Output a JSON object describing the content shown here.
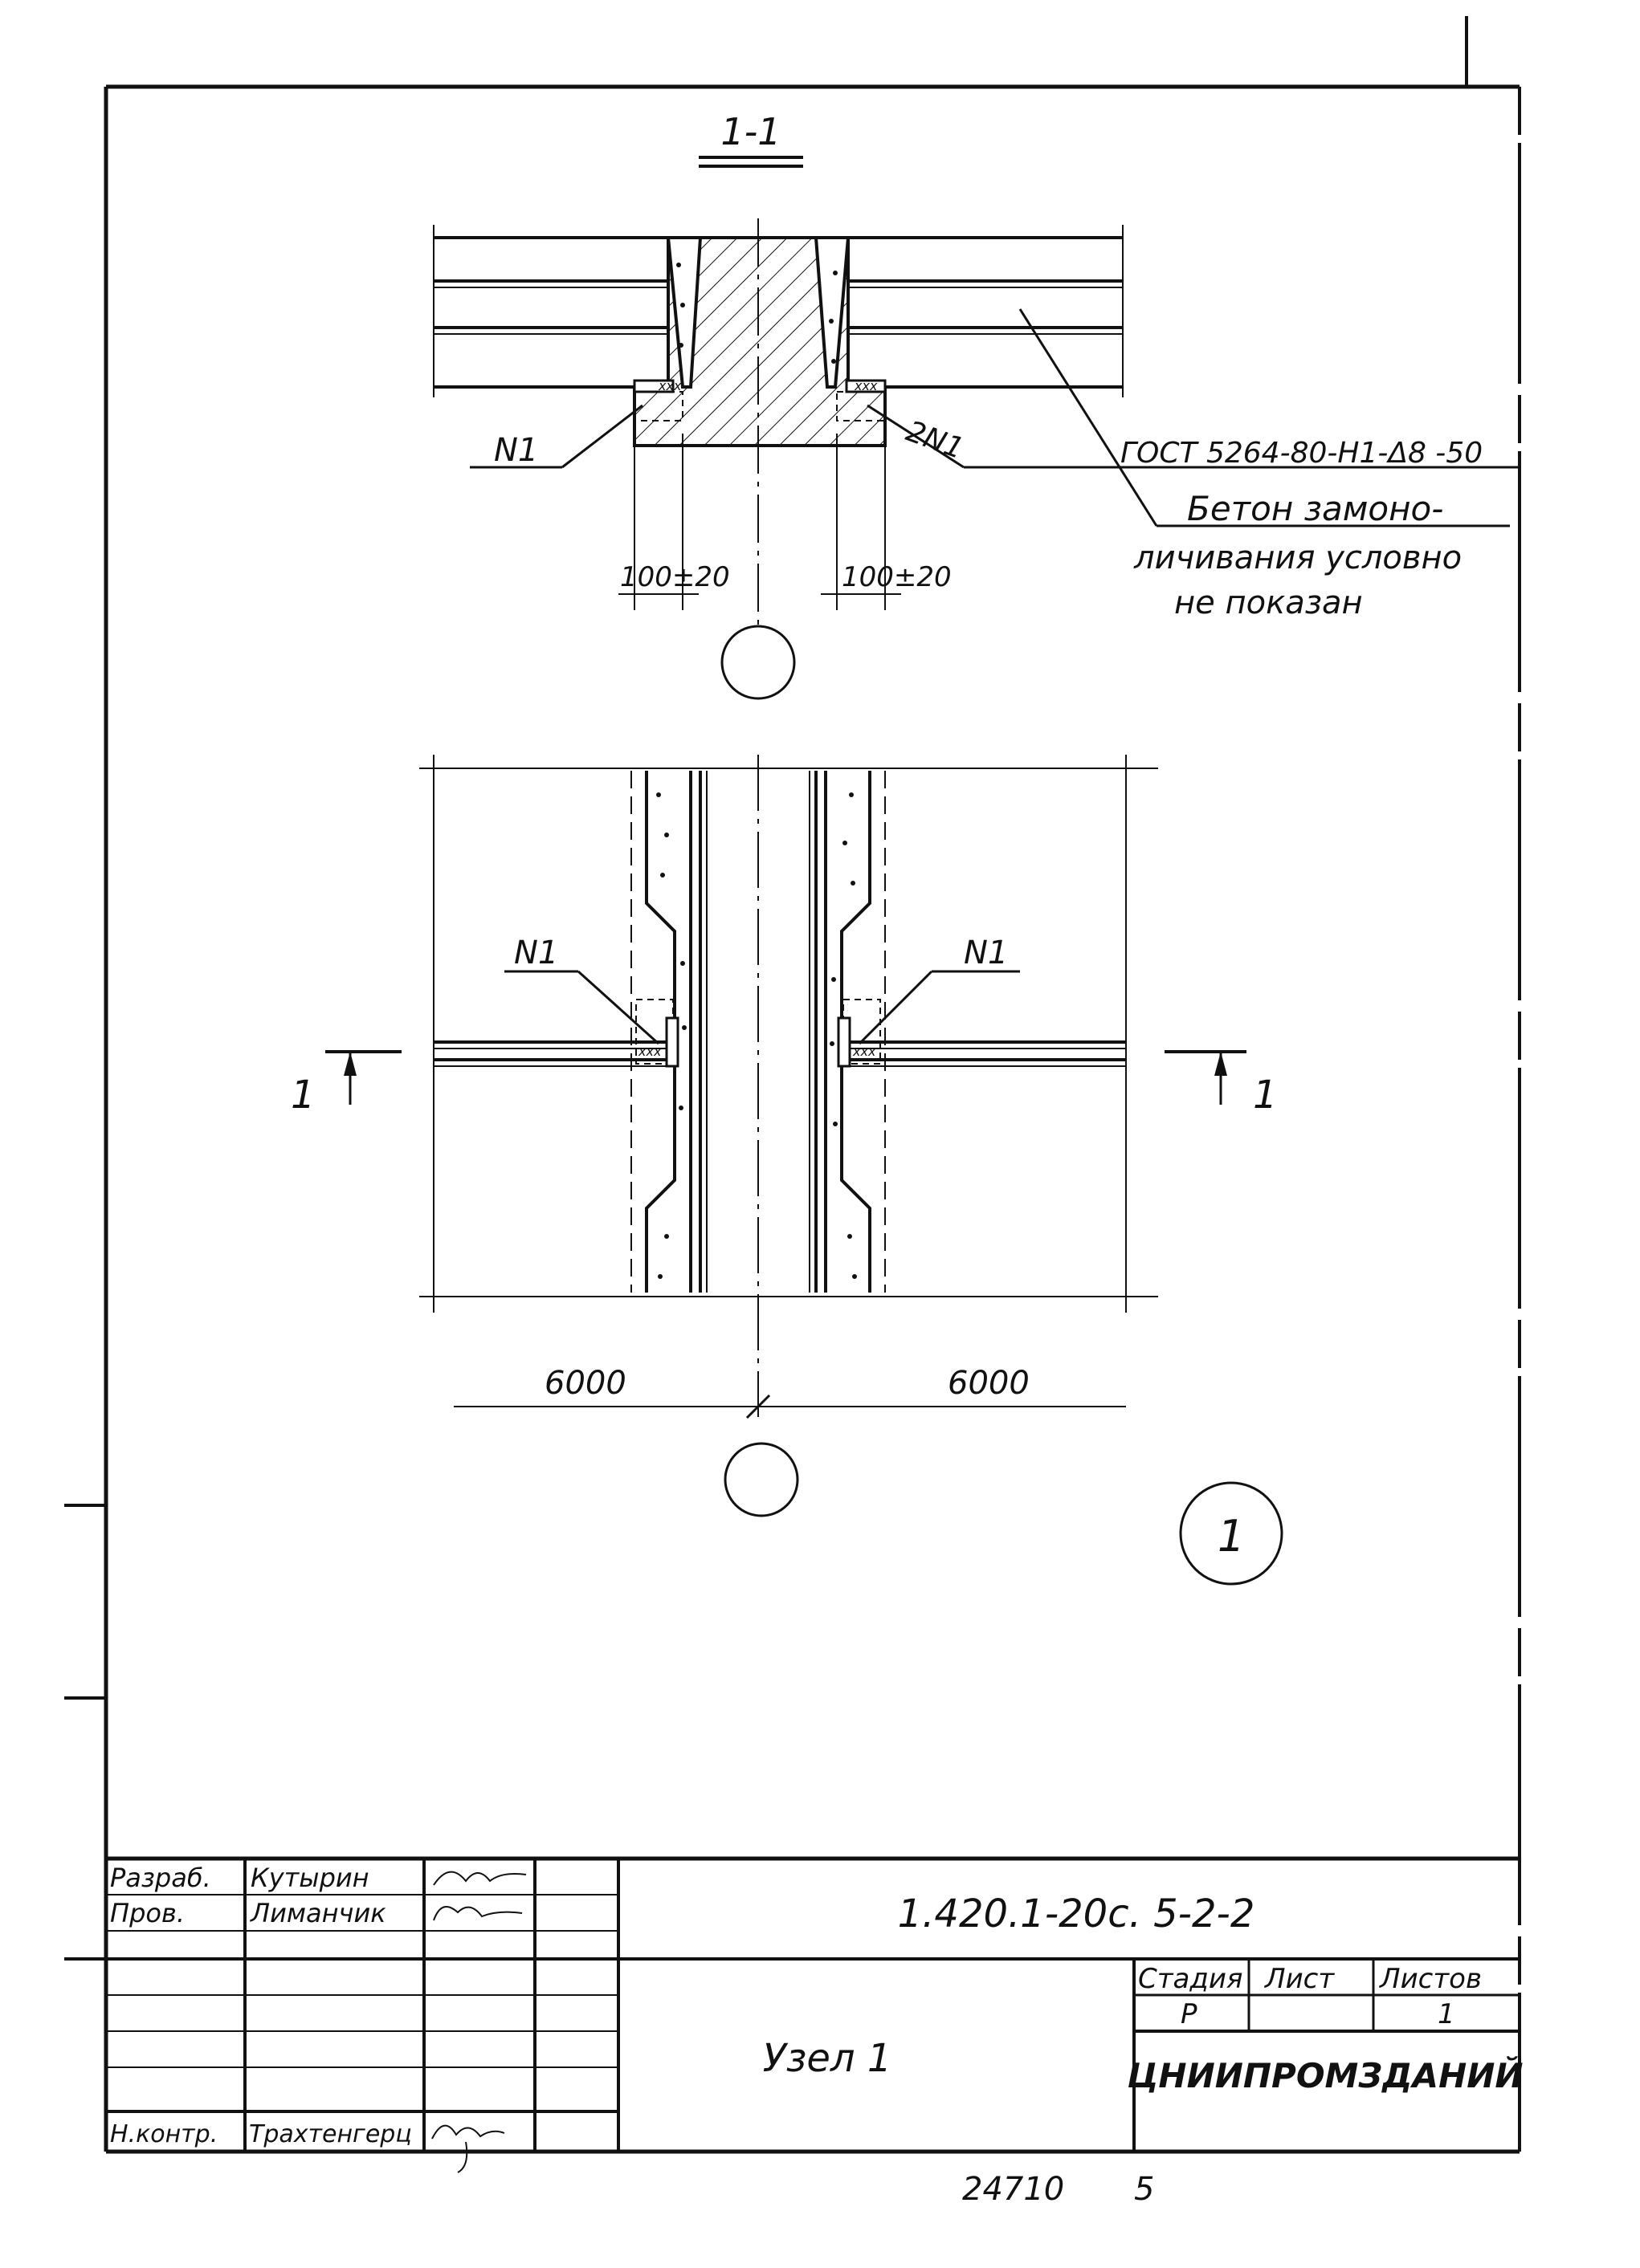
{
  "section": {
    "title": "1-1",
    "mark_left": "N1",
    "mark_right": "2N1",
    "gost_note": "ГОСТ 5264-80-Н1-Δ8 -50",
    "concrete_note_line1": "Бетон замоно-",
    "concrete_note_line2": "личивания условно",
    "concrete_note_line3": "не показан",
    "dim_left": "100±20",
    "dim_right": "100±20"
  },
  "plan": {
    "mark_left": "N1",
    "mark_right": "N1",
    "cut_left": "1",
    "cut_right": "1",
    "dim_left": "6000",
    "dim_right": "6000"
  },
  "node_number": "1",
  "stamp": {
    "row1_role": "Разраб.",
    "row1_name": "Кутырин",
    "row2_role": "Пров.",
    "row2_name": "Лиманчик",
    "row_last_role": "Н.контр.",
    "row_last_name": "Трахтенгерц",
    "doc_code": "1.420.1-20с. 5-2-2",
    "title": "Узел 1",
    "stage_label": "Стадия",
    "sheet_label": "Лист",
    "sheets_label": "Листов",
    "stage_value": "Р",
    "sheets_value": "1",
    "org": "ЦНИИПРОМЗДАНИЙ"
  },
  "footer": {
    "inventory": "24710",
    "page": "5"
  }
}
